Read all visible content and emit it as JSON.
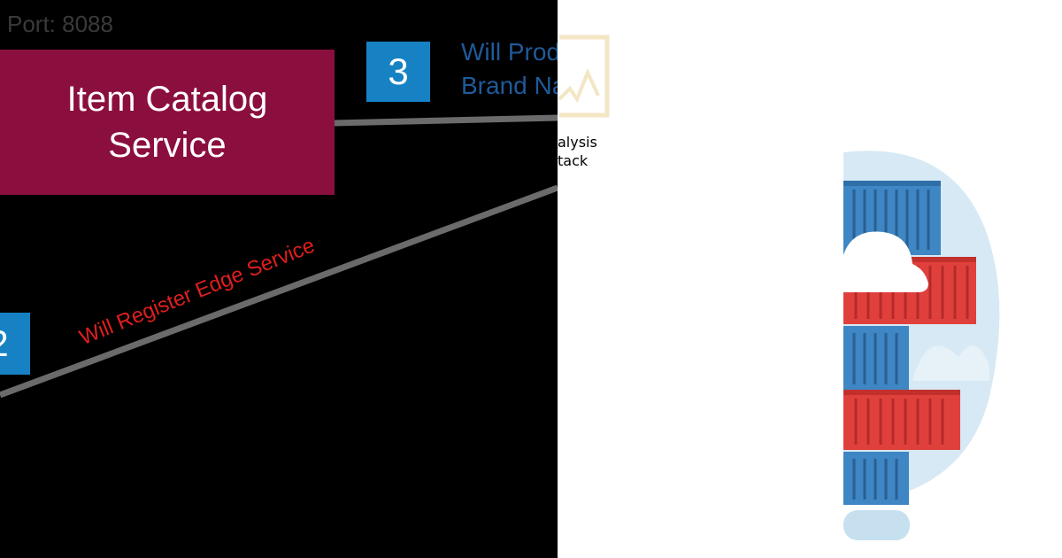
{
  "left_panel": {
    "port_label": "Port: 8088",
    "service_box": {
      "label": "Item Catalog Service",
      "color": "#8b0f3e"
    },
    "step_badges": [
      {
        "number": "3",
        "color": "#1682c4"
      },
      {
        "number": "2",
        "color": "#1682c4"
      }
    ],
    "blue_caption": {
      "lines": [
        "Will Produ",
        "Brand Na"
      ],
      "color": "#1f5a99"
    },
    "red_caption": {
      "text": "Will Register Edge Service",
      "color": "#e01e1e"
    }
  },
  "right_panel": {
    "analysis_caption": {
      "lines": [
        "alysis",
        "tack"
      ]
    },
    "icons": [
      "chart-frame-icon",
      "stacked-containers-illustration"
    ]
  }
}
